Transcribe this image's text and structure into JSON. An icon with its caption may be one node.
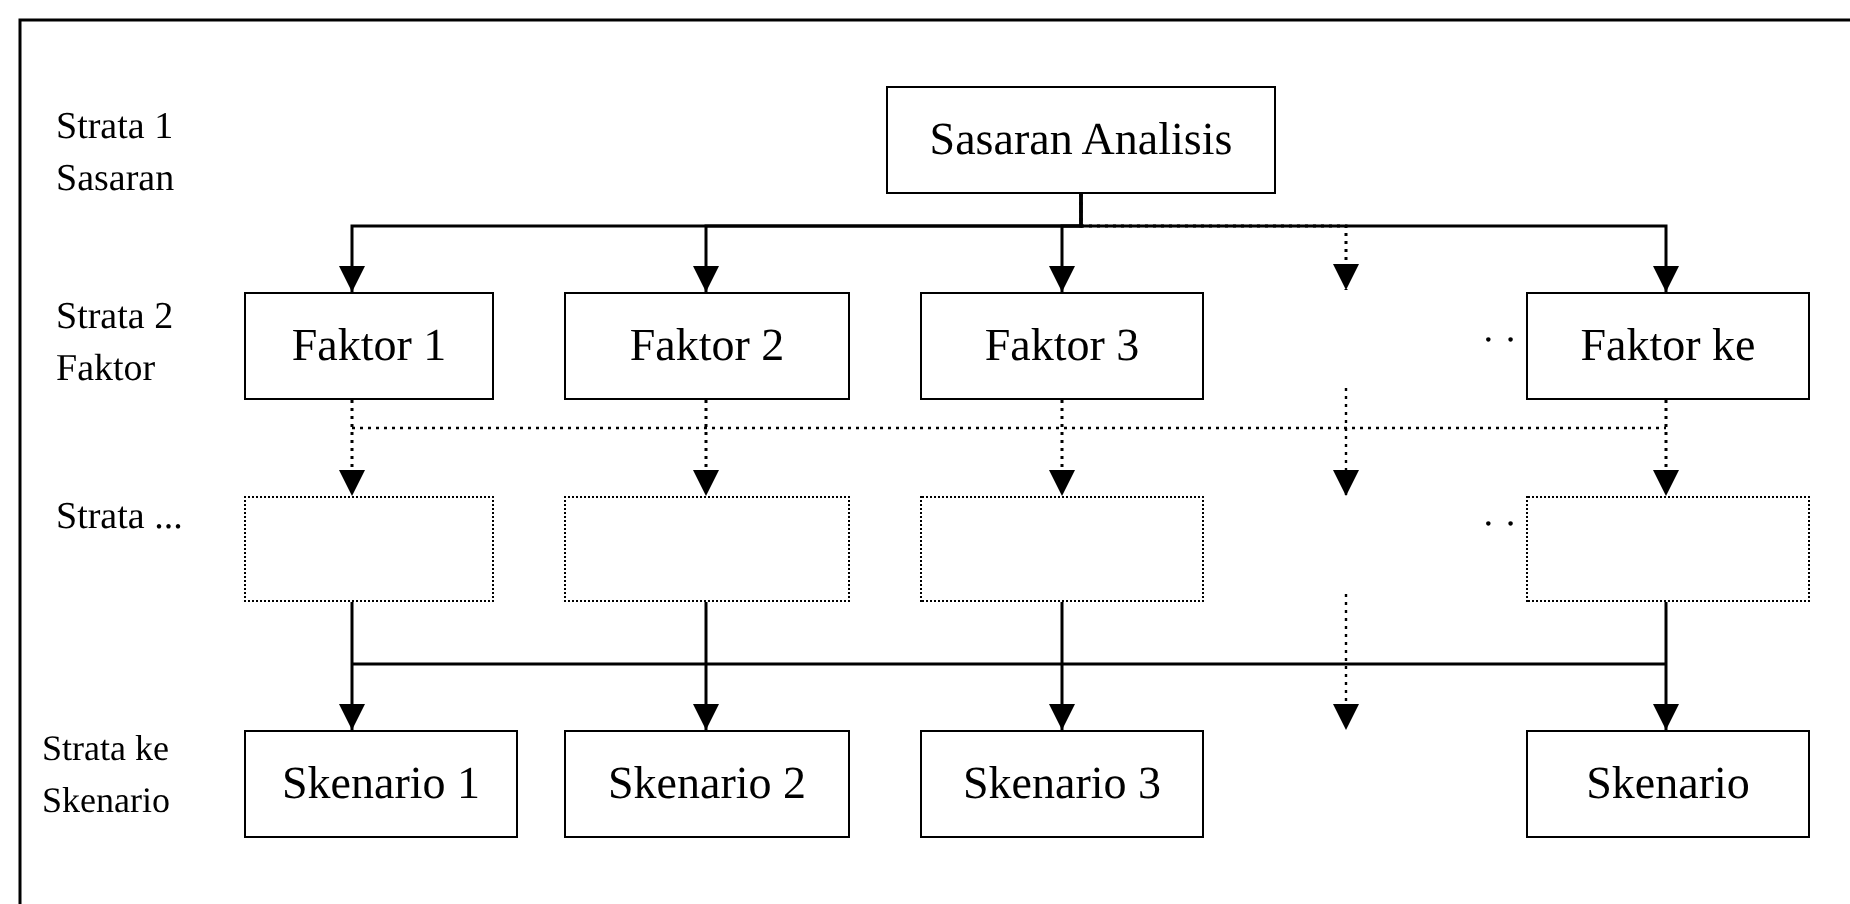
{
  "diagram": {
    "nodes": [
      {
        "text": [
          "Sasaran Analisis"
        ]
      },
      {
        "text": [
          "Faktor 1"
        ]
      },
      {
        "text": [
          "Faktor 2"
        ]
      },
      {
        "text": [
          "Faktor 3"
        ]
      },
      {
        "text": [
          "Faktor ke"
        ]
      },
      {
        "text": [],
        "shape": "box"
      },
      {
        "text": [],
        "shape": "box"
      },
      {
        "text": [],
        "shape": "box"
      },
      {
        "text": [],
        "shape": "box"
      },
      {
        "text": [
          "Skenario 1"
        ]
      },
      {
        "text": [
          "Skenario 2"
        ]
      },
      {
        "text": [
          "Skenario 3"
        ]
      },
      {
        "text": [
          "Skenario"
        ]
      }
    ],
    "edges": [
      {
        "from": 0,
        "to": 1,
        "arrow": "to"
      },
      {
        "from": 0,
        "to": 2,
        "arrow": "to"
      },
      {
        "from": 0,
        "to": 3,
        "arrow": "to"
      },
      {
        "from": 0,
        "to": 4,
        "arrow": "to"
      },
      {
        "from": 0,
        "to": null,
        "arrow": "to",
        "style": "dashed"
      },
      {
        "from": 1,
        "to": 5,
        "arrow": "to",
        "style": "dashed"
      },
      {
        "from": 2,
        "to": 6,
        "arrow": "to",
        "style": "dashed"
      },
      {
        "from": 3,
        "to": 7,
        "arrow": "to",
        "style": "dashed"
      },
      {
        "from": 4,
        "to": 8,
        "arrow": "to",
        "style": "dashed"
      },
      {
        "from": 5,
        "to": 9,
        "arrow": "to"
      },
      {
        "from": 6,
        "to": 10,
        "arrow": "to"
      },
      {
        "from": 7,
        "to": 11,
        "arrow": "to"
      },
      {
        "from": 8,
        "to": 12,
        "arrow": "to"
      }
    ],
    "labels": [
      "Strata 1 Sasaran",
      "Strata 2 Faktor",
      "· ·",
      "Strata ...",
      "· ·",
      "Strata ke Skenario"
    ]
  }
}
